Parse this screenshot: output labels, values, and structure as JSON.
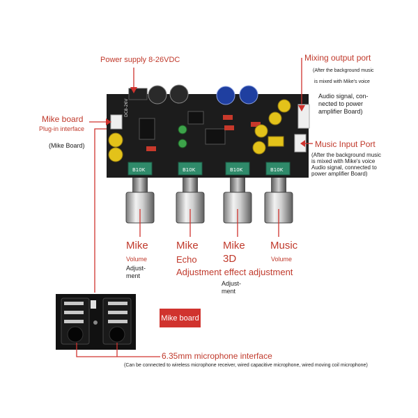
{
  "labels": {
    "power_supply": "Power supply 8-26VDC",
    "mixing_output_port": "Mixing output port",
    "mixing_note_1": "(After the background music",
    "mixing_note_2": "is mixed with Mike's voice",
    "mixing_audio_1": "Audio signal, con-",
    "mixing_audio_2": "nected to power",
    "mixing_audio_3": "amplifier Board)",
    "mike_board": "Mike board",
    "plug_in_interface": "Plug-in interface",
    "mike_board_paren": "(Mike Board)",
    "music_input_port": "Music Input Port",
    "music_note": "(After the background music is mixed with Mike's voice Audio signal, connected to power amplifier Board)",
    "mike_1": "Mike",
    "volume_1": "Volume",
    "adjust_1a": "Adjust-",
    "adjust_1b": "ment",
    "mike_2": "Mike",
    "echo": "Echo",
    "mike_3": "Mike",
    "three_d": "3D",
    "adjustment_effect": "Adjustment effect adjustment",
    "adjust_3a": "Adjust-",
    "adjust_3b": "ment",
    "music": "Music",
    "volume_4": "Volume",
    "mike_board_badge": "Mike board",
    "mic_interface": "6.35mm microphone interface",
    "mic_note": "(Can be connected to wireless microphone receiver, wired capacitive microphone, wired moving coil microphone)"
  },
  "board_markings": {
    "dc_label": "DC8-26V",
    "pot_1": "B10K",
    "pot_2": "B10K",
    "pot_3": "B10K",
    "pot_4": "B10K"
  },
  "colors": {
    "label_red": "#c0392b",
    "line_red": "#d0332e",
    "pcb": "#1c1c1c",
    "pot_green": "#2f8a6a",
    "cap_blue": "#1f3fa0",
    "cap_yellow": "#e3c21a",
    "resistor_red": "#c8392b"
  }
}
